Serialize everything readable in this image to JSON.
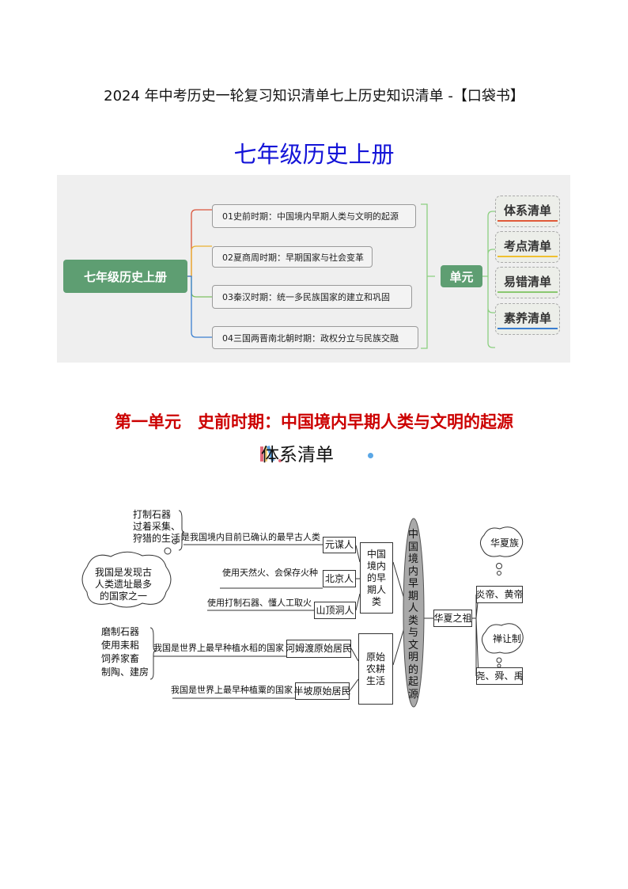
{
  "doc_title": "2024 年中考历史一轮复习知识清单七上历史知识清单  -【口袋书】",
  "main_title": "七年级历史上册",
  "overview": {
    "root": "七年级历史上册",
    "branches": [
      "01史前时期：中国境内早期人类与文明的起源",
      "02夏商周时期：早期国家与社会变革",
      "03秦汉时期：统一多民族国家的建立和巩固",
      "04三国两晋南北朝时期：政权分立与民族交融"
    ],
    "unit": "单元",
    "lists": [
      {
        "label": "体系清单",
        "color": "#e05a3a"
      },
      {
        "label": "考点清单",
        "color": "#f0c030"
      },
      {
        "label": "易错清单",
        "color": "#8ac870"
      },
      {
        "label": "素养清单",
        "color": "#3a7fd0"
      }
    ]
  },
  "section_title": "第一单元　史前时期：中国境内早期人类与文明的起源",
  "sub_title": "体系清单",
  "diagram": {
    "bracket1": [
      "打制石器",
      "过着采集、",
      "狩猎的生活"
    ],
    "cloud1": [
      "我国是发现古",
      "人类遗址最多",
      "的国家之一"
    ],
    "desc_yuanmou": "是我国境内目前已确认的最早古人类",
    "yuanmou": "元谋人",
    "desc_beijing": "使用天然火、会保存火种",
    "beijing": "北京人",
    "desc_shanding": "使用打制石器、懂人工取火",
    "shanding": "山顶洞人",
    "early_humans": "中国境内的早期人类",
    "bracket2": [
      "磨制石器",
      "使用耒耜",
      "饲养家畜",
      "制陶、建房"
    ],
    "desc_hemudu": "我国是世界上最早种植水稻的国家",
    "hemudu": "河姆渡原始居民",
    "desc_banpo": "我国是世界上最早种植粟的国家",
    "banpo": "半坡原始居民",
    "farming": "原始农耕生活",
    "center": "中国境内早期人类与文明的起源",
    "ancestors": "华夏之祖",
    "cloud_huaxia": "华夏族",
    "yanhuang": "炎帝、黄帝",
    "cloud_shanrang": "禅让制",
    "yaoshunyu": "尧、舜、禹"
  }
}
